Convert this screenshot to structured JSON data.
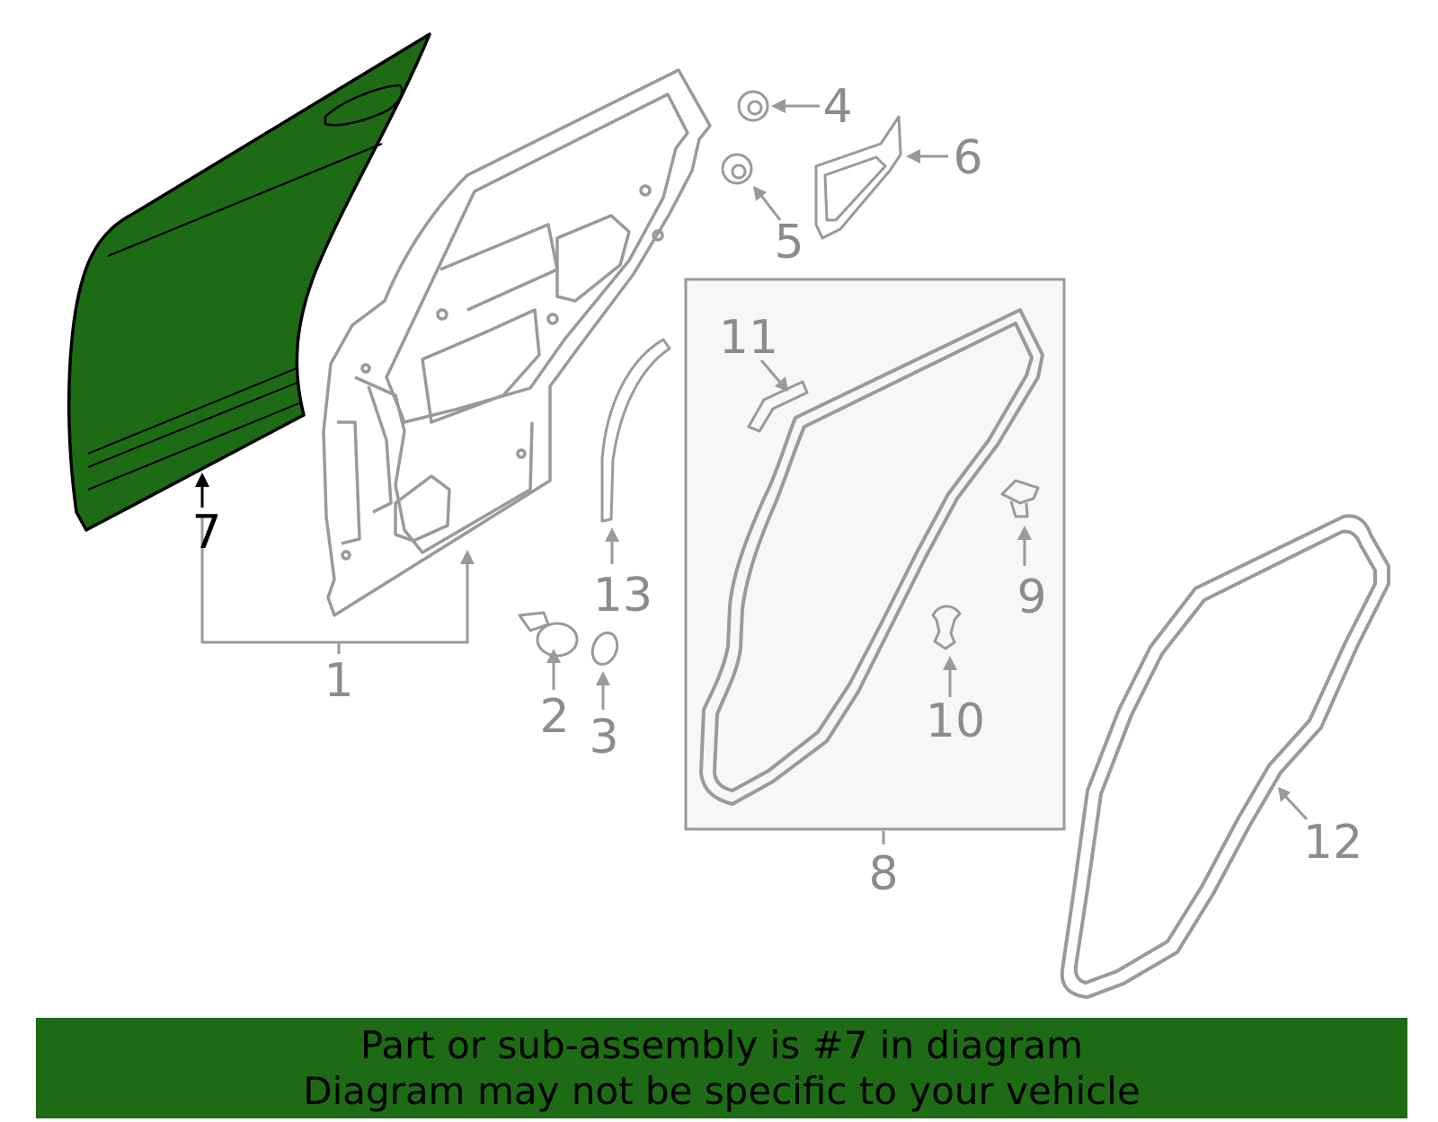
{
  "colors": {
    "highlight_fill": "#1e6b15",
    "banner_fill": "#1e6b15",
    "part_stroke": "#9a9a9a",
    "label_gray": "#8c8c8c",
    "label_black": "#000000",
    "box_fill": "#f7f7f7"
  },
  "callouts": {
    "c1": "1",
    "c2": "2",
    "c3": "3",
    "c4": "4",
    "c5": "5",
    "c6": "6",
    "c7": "7",
    "c8": "8",
    "c9": "9",
    "c10": "10",
    "c11": "11",
    "c12": "12",
    "c13": "13"
  },
  "banner": {
    "line1": "Part or sub-assembly is #7 in diagram",
    "line2": "Diagram may not be specific to your vehicle"
  }
}
